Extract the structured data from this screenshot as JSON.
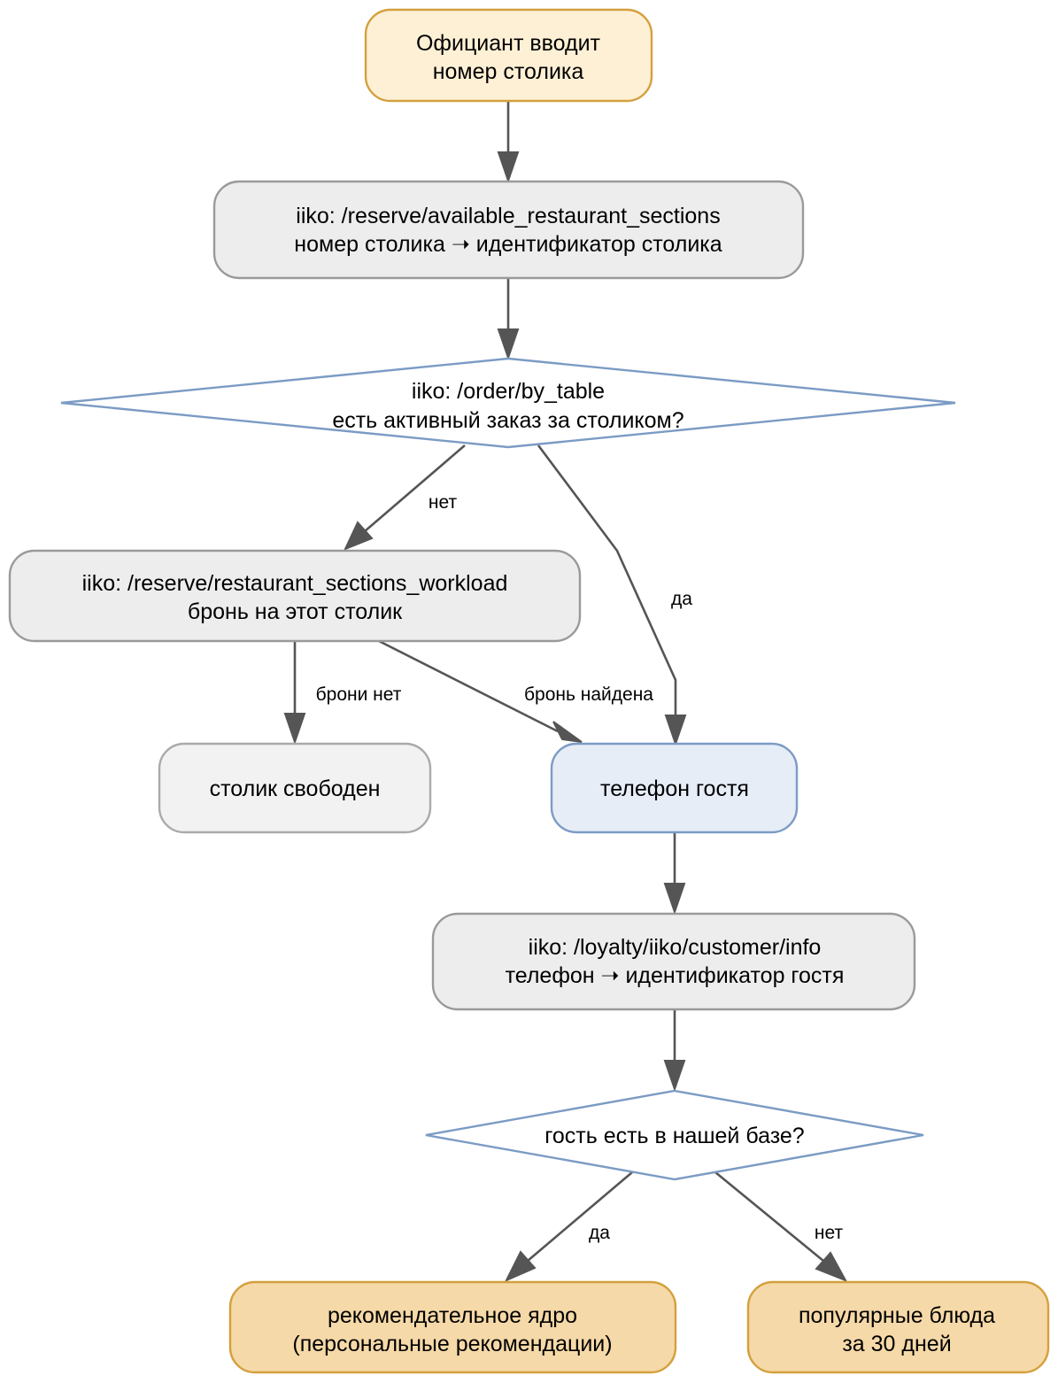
{
  "colors": {
    "start_fill": "#fef0d5",
    "start_stroke": "#d4a03e",
    "api_fill": "#ededed",
    "api_stroke": "#9a9a9a",
    "free_fill": "#f2f2f2",
    "free_stroke": "#aaaaaa",
    "phone_fill": "#e6edf7",
    "phone_stroke": "#7b9bc4",
    "decision_fill": "#ffffff",
    "decision_stroke": "#7b9bc4",
    "result_fill": "#f6d9a8",
    "result_stroke": "#d4a03e",
    "edge": "#555555"
  },
  "nodes": {
    "start": {
      "lines": [
        "Официант вводит",
        "номер столика"
      ]
    },
    "sections": {
      "lines": [
        "iiko: /reserve/available_restaurant_sections",
        "номер столика ➝ идентификатор столика"
      ]
    },
    "order_check": {
      "lines": [
        "iiko: /order/by_table",
        "есть активный заказ за столиком?"
      ]
    },
    "workload": {
      "lines": [
        "iiko: /reserve/restaurant_sections_workload",
        "бронь на этот столик"
      ]
    },
    "table_free": {
      "lines": [
        "столик свободен"
      ]
    },
    "guest_phone": {
      "lines": [
        "телефон гостя"
      ]
    },
    "customer_info": {
      "lines": [
        "iiko: /loyalty/iiko/customer/info",
        "телефон ➝ идентификатор гостя"
      ]
    },
    "guest_check": {
      "lines": [
        "гость есть в нашей базе?"
      ]
    },
    "rec_core": {
      "lines": [
        "рекомендательное ядро",
        "(персональные рекомендации)"
      ]
    },
    "popular": {
      "lines": [
        "популярные блюда",
        "за 30 дней"
      ]
    }
  },
  "edges": {
    "order_no": "нет",
    "order_yes": "да",
    "booking_none": "брони нет",
    "booking_found": "бронь найдена",
    "guest_yes": "да",
    "guest_no": "нет"
  }
}
